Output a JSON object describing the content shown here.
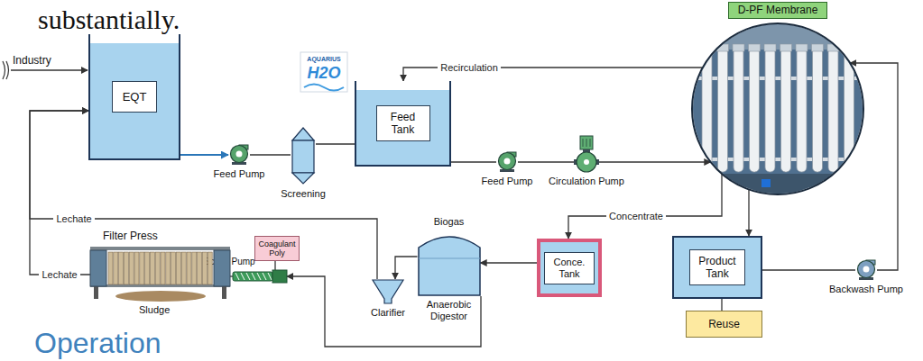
{
  "diagram": {
    "nodes": [
      {
        "text": [
          "EQT"
        ]
      },
      {
        "text": [
          "Feed Pump"
        ]
      },
      {
        "text": [
          "Screening"
        ]
      },
      {
        "text": [
          "Feed Tank"
        ]
      },
      {
        "text": [
          "Feed Pump"
        ]
      },
      {
        "text": [
          "Circulation Pump"
        ]
      },
      {
        "text": [
          "D-PF Membrane"
        ]
      },
      {
        "text": [
          "Product Tank"
        ]
      },
      {
        "text": [
          "Reuse"
        ]
      },
      {
        "text": [
          "Backwash Pump"
        ]
      },
      {
        "text": [
          "Conce. Tank"
        ]
      },
      {
        "text": [
          "Biogas",
          "Anaerobic Digestor"
        ]
      },
      {
        "text": [
          "Clarifier"
        ]
      },
      {
        "text": [
          "Coagulant Poly"
        ]
      },
      {
        "text": [
          "Screw Pump"
        ]
      },
      {
        "text": [
          "Filter Press",
          "Sludge"
        ]
      }
    ],
    "edges": [
      {
        "from": 0,
        "to": 1,
        "arrow": "to"
      },
      {
        "from": 1,
        "to": 2,
        "arrow": "none"
      },
      {
        "from": 2,
        "to": 3,
        "arrow": "none"
      },
      {
        "from": 3,
        "to": 4,
        "arrow": "none"
      },
      {
        "from": 4,
        "to": 5,
        "arrow": "none"
      },
      {
        "from": 5,
        "to": 6,
        "arrow": "to"
      },
      {
        "from": 6,
        "to": 3,
        "label": "Recirculation",
        "arrow": "to"
      },
      {
        "from": 6,
        "to": 7,
        "arrow": "to"
      },
      {
        "from": 6,
        "to": 10,
        "label": "Concentrate",
        "arrow": "to"
      },
      {
        "from": 7,
        "to": 8,
        "arrow": "none"
      },
      {
        "from": 7,
        "to": 9,
        "arrow": "none"
      },
      {
        "from": 9,
        "to": 6,
        "arrow": "to"
      },
      {
        "from": 10,
        "to": 11,
        "arrow": "to"
      },
      {
        "from": 11,
        "to": 12,
        "arrow": "to"
      },
      {
        "from": 12,
        "to": 0,
        "label": "Lechate",
        "arrow": "to"
      },
      {
        "from": 11,
        "to": 14,
        "arrow": "to"
      },
      {
        "from": 13,
        "to": 14,
        "arrow": "none"
      },
      {
        "from": 14,
        "to": 15,
        "arrow": "none"
      },
      {
        "from": 15,
        "to": 0,
        "label": "Lechate",
        "arrow": "to"
      }
    ],
    "labels": [
      "substantially.",
      "AQUARIUS",
      "H2O",
      "Industry",
      "Operation"
    ]
  }
}
